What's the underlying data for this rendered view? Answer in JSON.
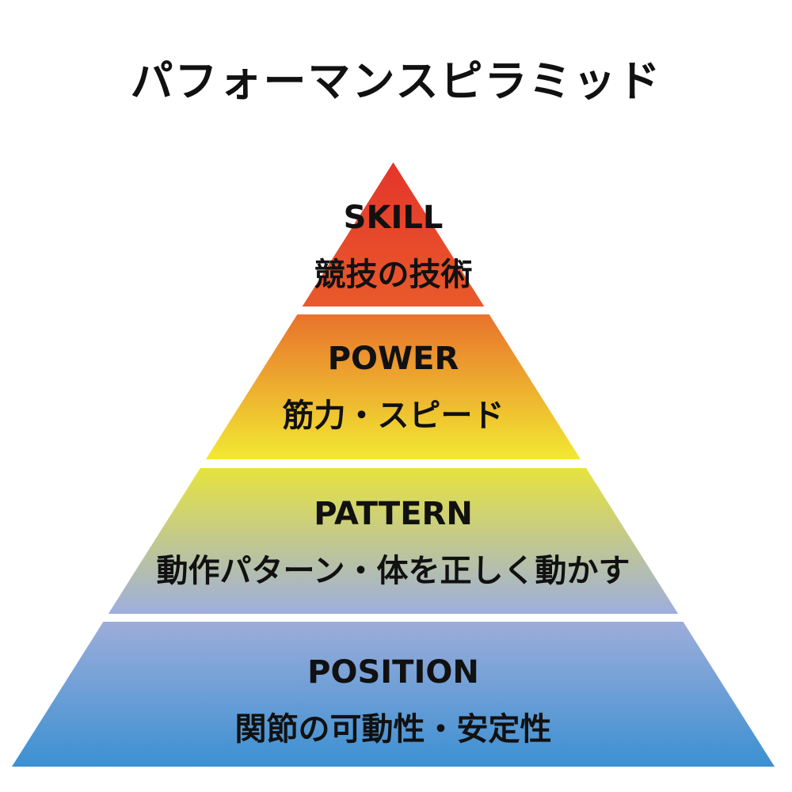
{
  "title": "パフォーマンスピラミッド",
  "tiers": [
    {
      "name": "SKILL",
      "description": "競技の技術",
      "colors": [
        "#e4352b",
        "#e95a2b"
      ]
    },
    {
      "name": "POWER",
      "description": "筋力・スピード",
      "colors": [
        "#e8722c",
        "#f2e932"
      ]
    },
    {
      "name": "PATTERN",
      "description": "動作パターン・体を正しく動かす",
      "colors": [
        "#e6e33e",
        "#9eaede"
      ]
    },
    {
      "name": "POSITION",
      "description": "関節の可動性・安定性",
      "colors": [
        "#9dadda",
        "#3b90d2"
      ]
    }
  ]
}
